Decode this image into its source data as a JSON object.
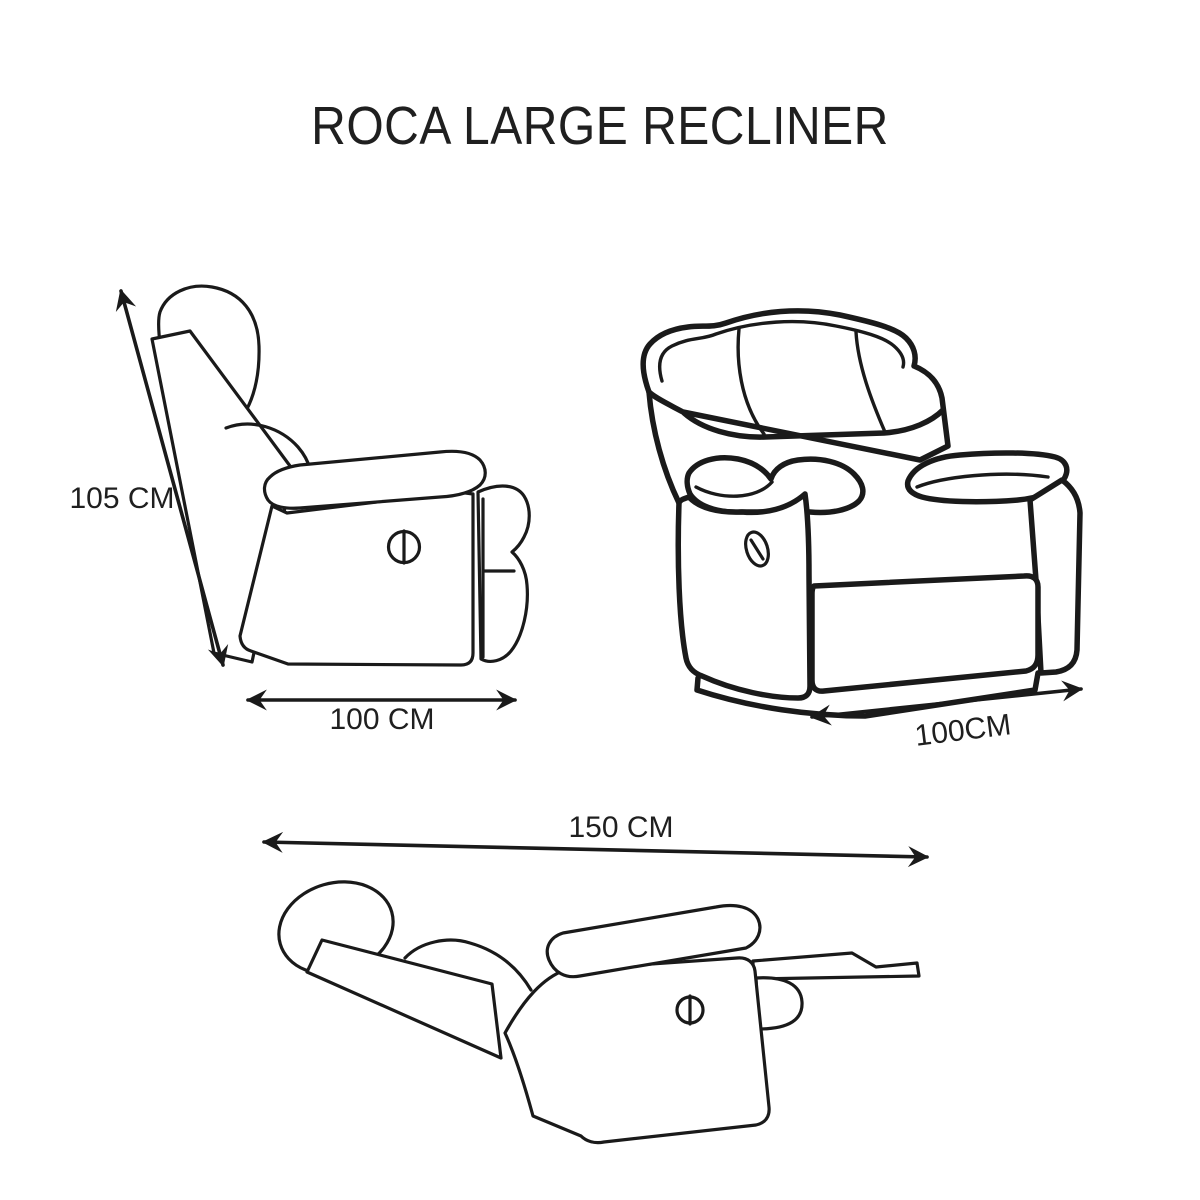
{
  "title": "ROCA LARGE RECLINER",
  "colors": {
    "line": "#1a1a1a",
    "text": "#1f1f1f",
    "background": "#ffffff"
  },
  "views": {
    "side": {
      "name": "side view (upright)",
      "height_label": "105 CM",
      "depth_label": "100 CM"
    },
    "front": {
      "name": "front three-quarter view",
      "width_label": "100CM"
    },
    "reclined": {
      "name": "side view (reclined)",
      "length_label": "150 CM"
    }
  }
}
